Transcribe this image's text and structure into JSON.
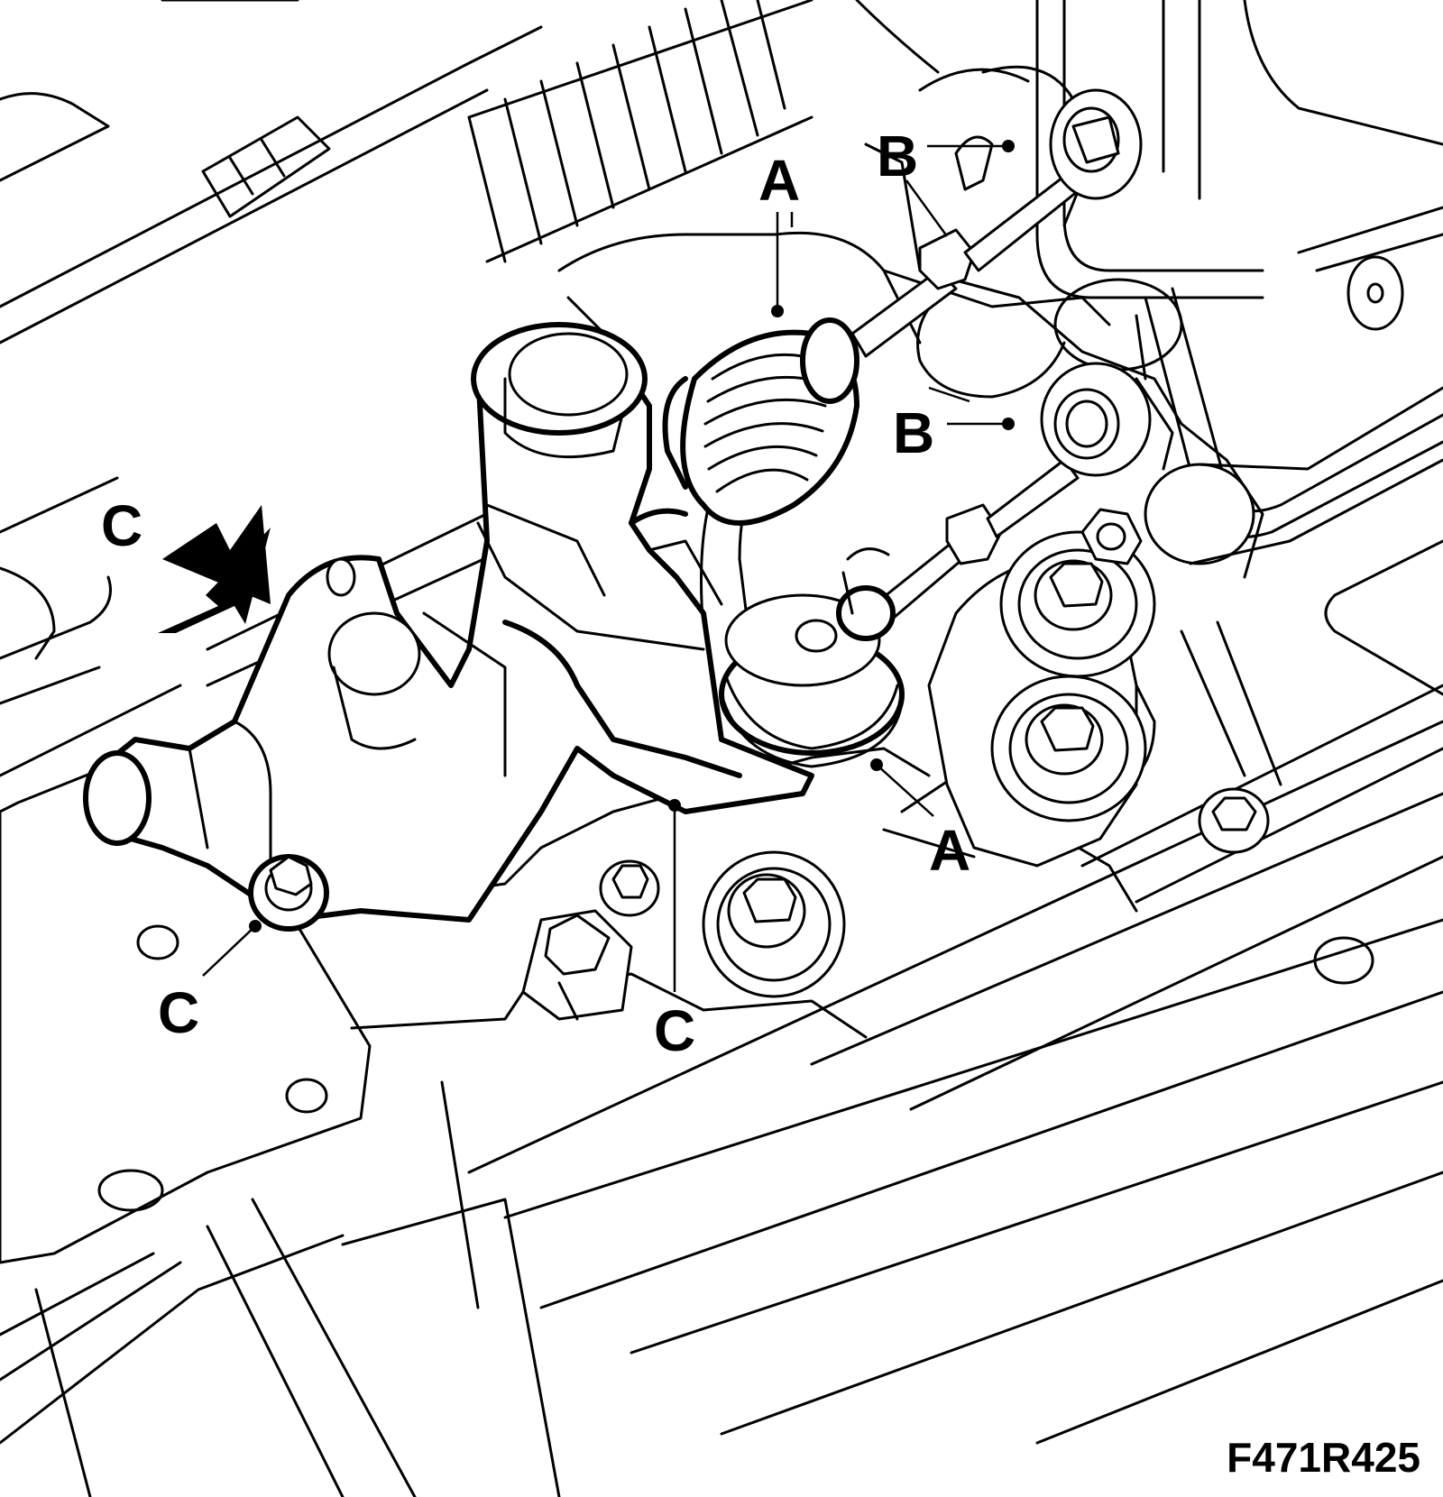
{
  "figure_id": "F471R425",
  "callouts": {
    "a_top": "A",
    "a_bottom": "A",
    "b_top": "B",
    "b_bottom": "B",
    "c_arrow": "C",
    "c_left": "C",
    "c_bottom": "C"
  },
  "colors": {
    "line": "#000000",
    "background": "#ffffff"
  }
}
